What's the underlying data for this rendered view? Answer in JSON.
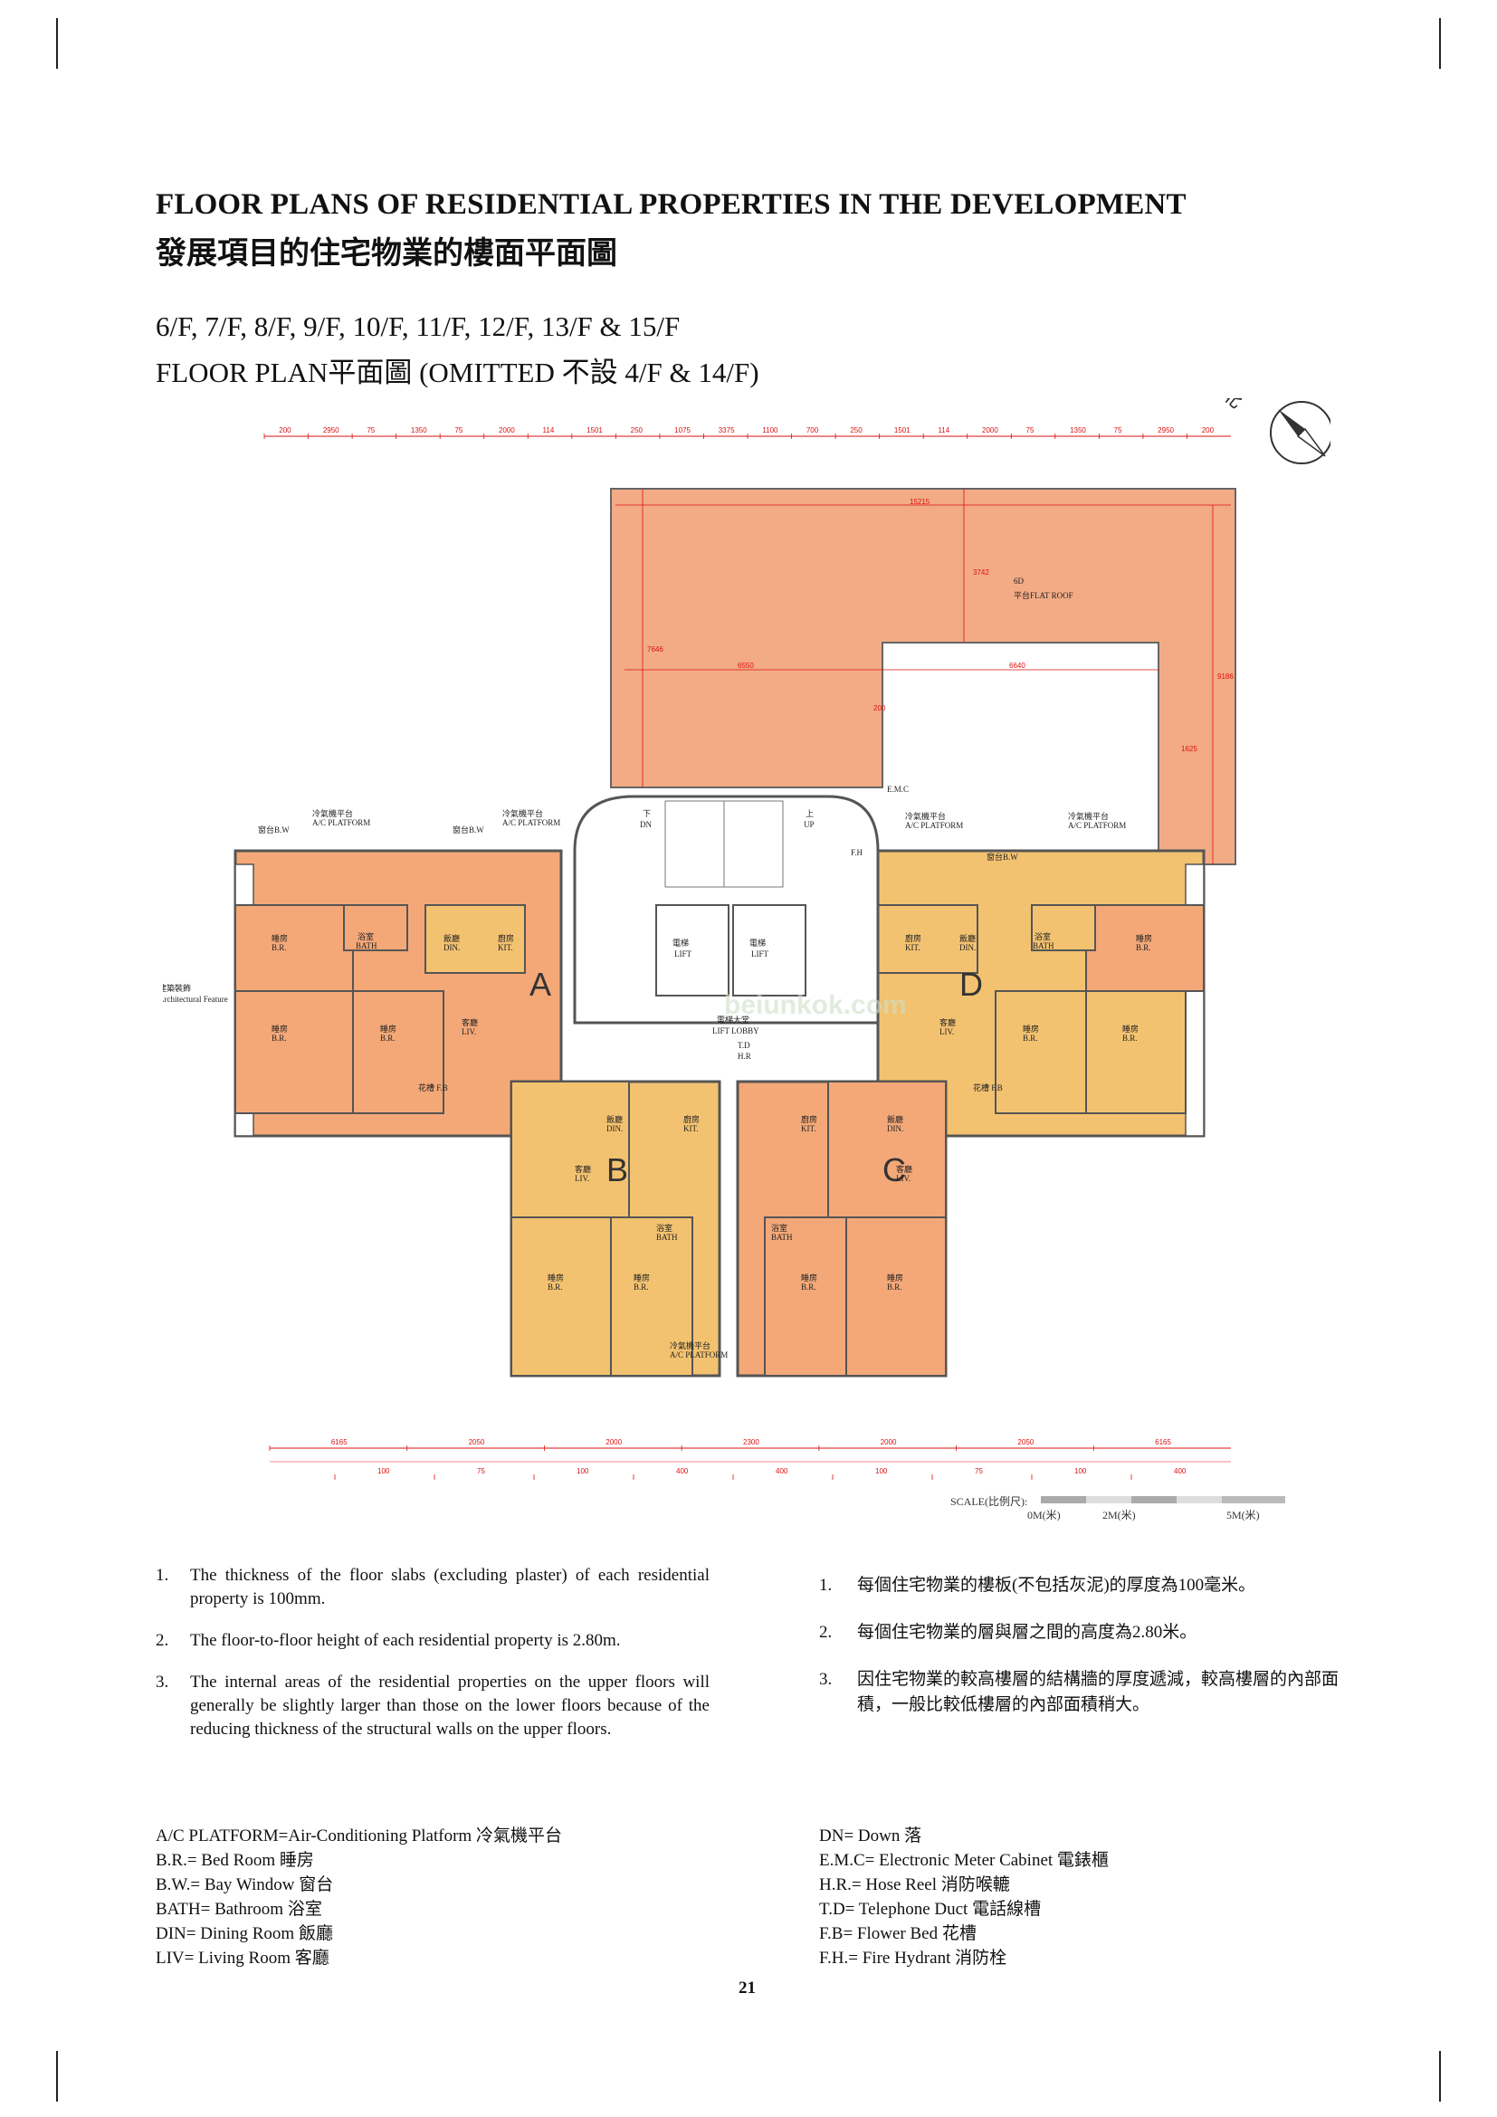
{
  "header": {
    "title_en": "FLOOR PLANS OF RESIDENTIAL PROPERTIES IN THE DEVELOPMENT",
    "title_zh": "發展項目的住宅物業的樓面平面圖",
    "floors": "6/F, 7/F, 8/F, 9/F, 10/F, 11/F, 12/F, 13/F & 15/F",
    "plan_caption": "FLOOR PLAN平面圖 (OMITTED 不設 4/F & 14/F)"
  },
  "north": "N 北",
  "plan": {
    "top_dims": [
      "200",
      "2950",
      "75",
      "1350",
      "75",
      "2000",
      "114",
      "1501",
      "250",
      "1075",
      "3375",
      "1100",
      "700",
      "250",
      "1501",
      "114",
      "2000",
      "75",
      "1350",
      "75",
      "2950",
      "200"
    ],
    "bottom_dims": [
      "6165",
      "2050",
      "2000",
      "2300",
      "2000",
      "2050",
      "6165"
    ],
    "bottom_dims2": [
      "100",
      "75",
      "100",
      "400",
      "400",
      "100",
      "75",
      "100",
      "400"
    ],
    "units": [
      "A",
      "B",
      "C",
      "D"
    ],
    "flat_roof": "6D\n平台FLAT ROOF",
    "flat_roof_id": "6D",
    "flat_roof_label": "平台FLAT ROOF",
    "roof_dims": [
      "15215",
      "3742",
      "7646",
      "6550",
      "6640",
      "9186",
      "1625",
      "200"
    ],
    "rooms": [
      {
        "zh": "睡房",
        "en": "B.R."
      },
      {
        "zh": "浴室",
        "en": "BATH"
      },
      {
        "zh": "飯廳",
        "en": "DIN."
      },
      {
        "zh": "廚房",
        "en": "KIT."
      },
      {
        "zh": "客廳",
        "en": "LIV."
      }
    ],
    "lift": [
      "電梯\nLIFT",
      "電梯\nLIFT"
    ],
    "lift_label": "電梯",
    "lift_label_en": "LIFT",
    "lobby": "電梯大堂",
    "lobby_en": "LIFT LOBBY",
    "labels": {
      "ac_platform_zh": "冷氣機平台",
      "ac_platform_en": "A/C PLATFORM",
      "bay_window": "窗台B.W",
      "arch_feature_zh": "建築裝飾",
      "arch_feature_en": "Architectural Feature",
      "flower_bed": "花槽 F.B",
      "emc": "E.M.C",
      "fh": "F.H",
      "td": "T.D",
      "hr": "H.R",
      "dn": "DN",
      "up": "UP",
      "down_zh": "下",
      "up_zh": "上"
    },
    "watermark": "beiunkok.com"
  },
  "scale": {
    "label": "SCALE(比例尺):",
    "marks": [
      "0M(米)",
      "2M(米)",
      "5M(米)"
    ]
  },
  "notes_en": [
    {
      "num": "1.",
      "text": "The thickness of the floor slabs (excluding plaster) of each residential property is 100mm."
    },
    {
      "num": "2.",
      "text": "The floor-to-floor height of each residential property is 2.80m."
    },
    {
      "num": "3.",
      "text": "The internal areas of the residential properties on the upper floors will generally be slightly larger than those on the lower floors because of the reducing thickness of the structural walls on the upper floors."
    }
  ],
  "notes_zh": [
    {
      "num": "1.",
      "text": "每個住宅物業的樓板(不包括灰泥)的厚度為100毫米。"
    },
    {
      "num": "2.",
      "text": "每個住宅物業的層與層之間的高度為2.80米。"
    },
    {
      "num": "3.",
      "text": "因住宅物業的較高樓層的結構牆的厚度遞減，較高樓層的內部面積，一般比較低樓層的內部面積稍大。"
    }
  ],
  "legend_left": [
    "A/C PLATFORM=Air-Conditioning Platform 冷氣機平台",
    "B.R.= Bed Room 睡房",
    "B.W.= Bay Window 窗台",
    "BATH= Bathroom 浴室",
    "DIN= Dining Room 飯廳",
    "LIV= Living Room 客廳"
  ],
  "legend_right": [
    "DN= Down 落",
    "E.M.C= Electronic Meter Cabinet 電錶櫃",
    "H.R.= Hose Reel 消防喉轆",
    "T.D= Telephone Duct 電話線槽",
    "F.B= Flower Bed 花槽",
    "F.H.= Fire Hydrant 消防栓"
  ],
  "page_number": "21",
  "colors": {
    "roof": "#f2ab85",
    "unit_orange": "#f4a878",
    "unit_yellow": "#f3c270",
    "dim_red": "#d11111",
    "wall": "#555555"
  }
}
